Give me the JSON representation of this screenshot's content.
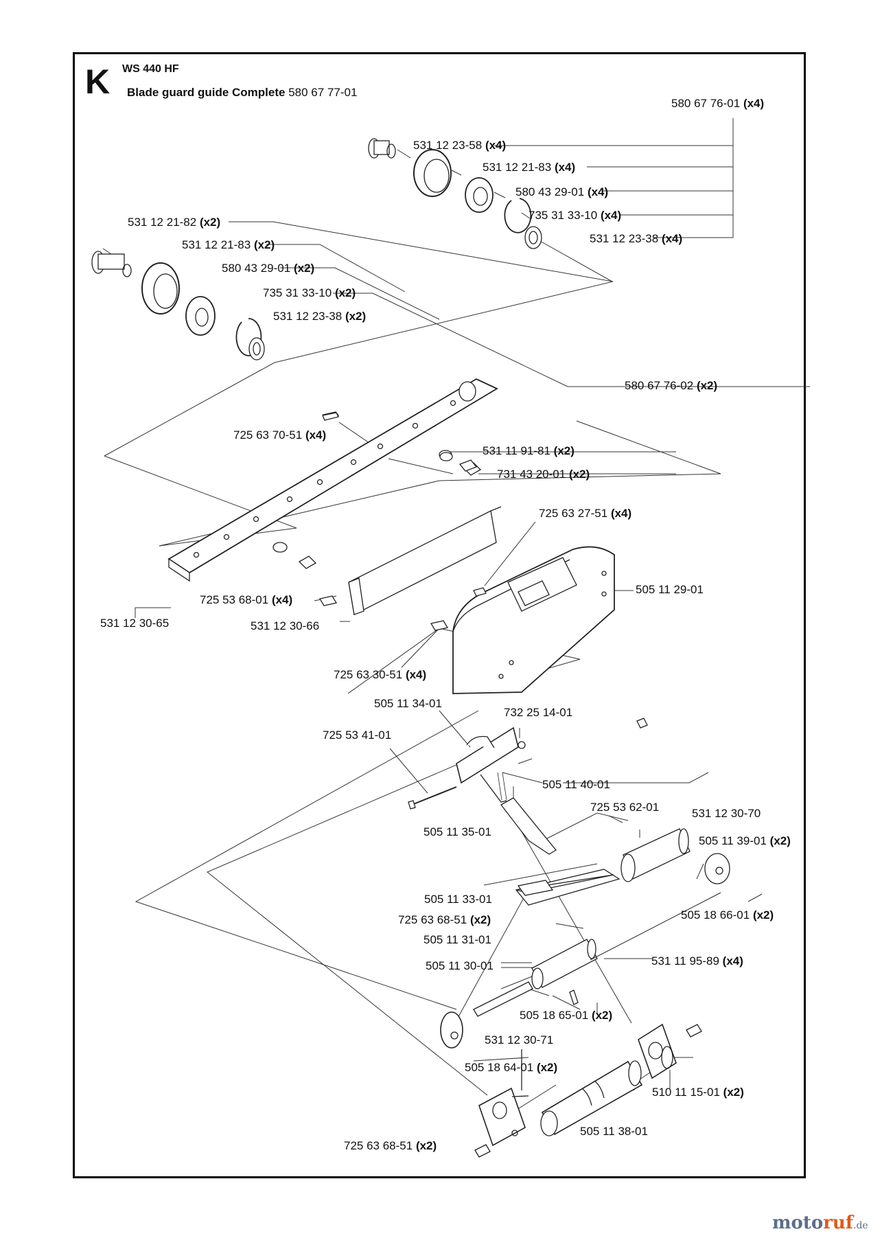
{
  "header": {
    "section_letter": "K",
    "model": "WS 440 HF",
    "assembly_name": "Blade guard guide Complete",
    "assembly_number": "580 67 77-01"
  },
  "labels": [
    {
      "id": "l01",
      "num": "580 67 76-01",
      "qty": "(x4)"
    },
    {
      "id": "l02",
      "num": "531 12 23-58",
      "qty": "(x4)"
    },
    {
      "id": "l03",
      "num": "531 12 21-83",
      "qty": "(x4)"
    },
    {
      "id": "l04",
      "num": "580 43 29-01",
      "qty": "(x4)"
    },
    {
      "id": "l05",
      "num": "735 31 33-10",
      "qty": "(x4)"
    },
    {
      "id": "l06",
      "num": "531 12 23-38",
      "qty": "(x4)"
    },
    {
      "id": "l07",
      "num": "531 12 21-82",
      "qty": "(x2)"
    },
    {
      "id": "l08",
      "num": "531 12 21-83",
      "qty": "(x2)"
    },
    {
      "id": "l09",
      "num": "580 43 29-01",
      "qty": "(x2)"
    },
    {
      "id": "l10",
      "num": "735 31 33-10",
      "qty": "(x2)"
    },
    {
      "id": "l11",
      "num": "531 12 23-38",
      "qty": "(x2)"
    },
    {
      "id": "l12",
      "num": "580 67 76-02",
      "qty": "(x2)"
    },
    {
      "id": "l13",
      "num": "725 63 70-51",
      "qty": "(x4)"
    },
    {
      "id": "l14",
      "num": "531 11 91-81",
      "qty": "(x2)"
    },
    {
      "id": "l15",
      "num": "731 43 20-01",
      "qty": "(x2)"
    },
    {
      "id": "l16",
      "num": "725 63 27-51",
      "qty": "(x4)"
    },
    {
      "id": "l17",
      "num": "505 11 29-01",
      "qty": ""
    },
    {
      "id": "l18",
      "num": "725 53 68-01",
      "qty": "(x4)"
    },
    {
      "id": "l19",
      "num": "531 12 30-65",
      "qty": ""
    },
    {
      "id": "l20",
      "num": "531 12 30-66",
      "qty": ""
    },
    {
      "id": "l21",
      "num": "725 63 30-51",
      "qty": "(x4)"
    },
    {
      "id": "l22",
      "num": "505 11 34-01",
      "qty": ""
    },
    {
      "id": "l23",
      "num": "732 25 14-01",
      "qty": ""
    },
    {
      "id": "l24",
      "num": "725 53 41-01",
      "qty": ""
    },
    {
      "id": "l25",
      "num": "505 11 40-01",
      "qty": ""
    },
    {
      "id": "l26",
      "num": "725 53 62-01",
      "qty": ""
    },
    {
      "id": "l27",
      "num": "531 12 30-70",
      "qty": ""
    },
    {
      "id": "l28",
      "num": "505 11 35-01",
      "qty": ""
    },
    {
      "id": "l29",
      "num": "505 11 39-01",
      "qty": "(x2)"
    },
    {
      "id": "l30",
      "num": "505 11 33-01",
      "qty": ""
    },
    {
      "id": "l31",
      "num": "725 63 68-51",
      "qty": "(x2)"
    },
    {
      "id": "l32",
      "num": "505 18 66-01",
      "qty": "(x2)"
    },
    {
      "id": "l33",
      "num": "505 11 31-01",
      "qty": ""
    },
    {
      "id": "l34",
      "num": "531 11 95-89",
      "qty": "(x4)"
    },
    {
      "id": "l35",
      "num": "505 11 30-01",
      "qty": ""
    },
    {
      "id": "l36",
      "num": "505 18 65-01",
      "qty": "(x2)"
    },
    {
      "id": "l37",
      "num": "531 12 30-71",
      "qty": ""
    },
    {
      "id": "l38",
      "num": "505 18 64-01",
      "qty": "(x2)"
    },
    {
      "id": "l39",
      "num": "510 11 15-01",
      "qty": "(x2)"
    },
    {
      "id": "l40",
      "num": "505 11 38-01",
      "qty": ""
    },
    {
      "id": "l41",
      "num": "725 63 68-51",
      "qty": "(x2)"
    }
  ],
  "watermark": {
    "brand_main": "moto",
    "brand_accent": "ruf",
    "brand_tld": ".de"
  }
}
